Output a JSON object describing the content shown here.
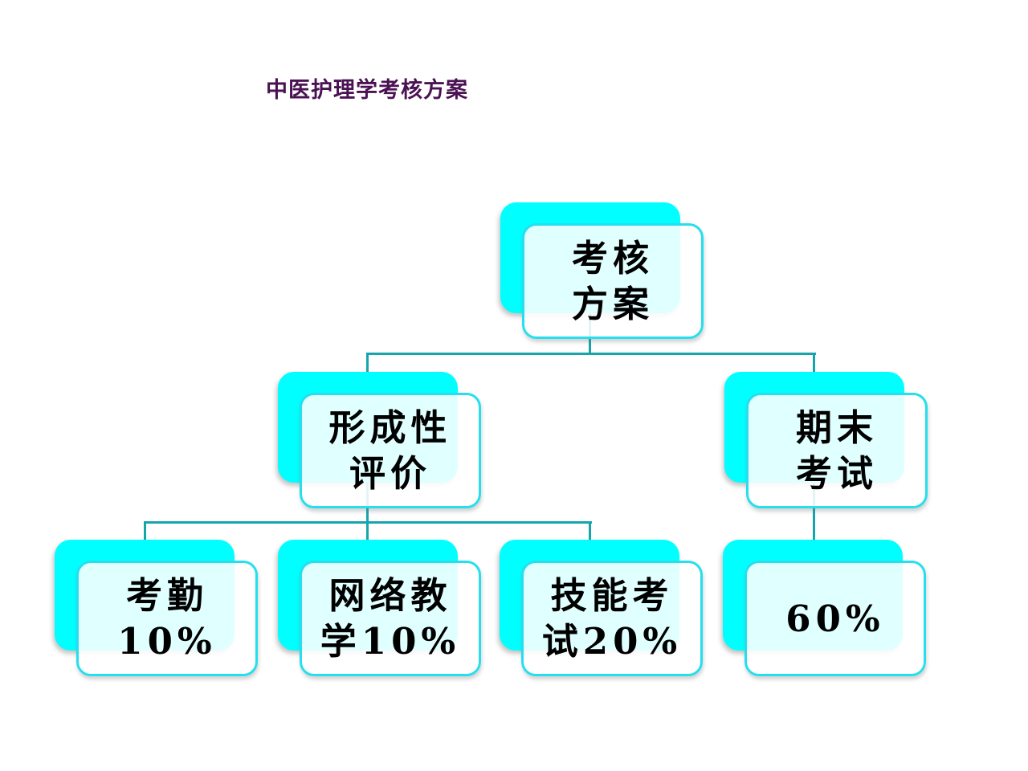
{
  "slide": {
    "title": "中医护理学考核方案"
  },
  "colors": {
    "background": "#ffffff",
    "back_box": "#00ffff",
    "box_border": "#25dfee",
    "connector": "#17a5ad",
    "text_color": "#000000",
    "title_color": "#4a1253"
  },
  "chart": {
    "type": "org-chart",
    "nodes": [
      {
        "id": "assessment-plan",
        "label": "考核方案",
        "lines": [
          "考核",
          "方案"
        ],
        "parent": null
      },
      {
        "id": "formative-evaluation",
        "label": "形成性评价",
        "lines": [
          "形成性",
          "评价"
        ],
        "parent": "assessment-plan"
      },
      {
        "id": "final-exam",
        "label": "期末考试",
        "lines": [
          "期末",
          "考试"
        ],
        "parent": "assessment-plan"
      },
      {
        "id": "attendance-10",
        "label": "考勤10%",
        "lines": [
          "考勤",
          "10%"
        ],
        "parent": "formative-evaluation"
      },
      {
        "id": "online-teaching-10",
        "label": "网络教学10%",
        "lines": [
          "网络教",
          "学10%"
        ],
        "parent": "formative-evaluation"
      },
      {
        "id": "skills-exam-20",
        "label": "技能考试20%",
        "lines": [
          "技能考",
          "试20%"
        ],
        "parent": "formative-evaluation"
      },
      {
        "id": "final-weight-60",
        "label": "60%",
        "lines": [
          "60%"
        ],
        "parent": "final-exam"
      }
    ]
  }
}
